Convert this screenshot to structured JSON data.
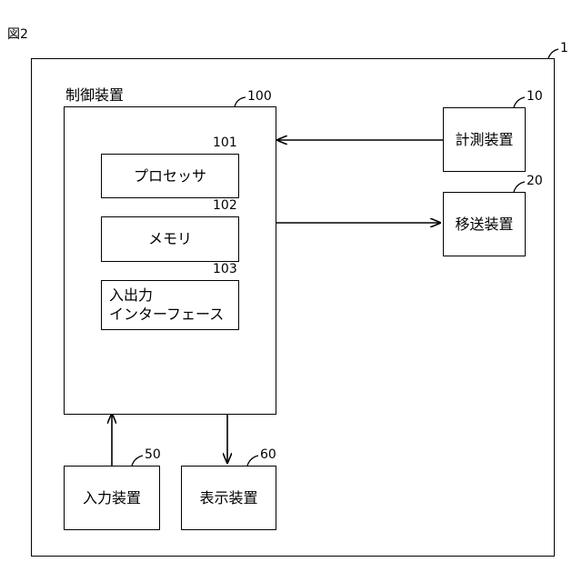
{
  "figure_label": "図2",
  "system": {
    "ref": "1"
  },
  "controller": {
    "label": "制御装置",
    "ref": "100",
    "processor": {
      "label": "プロセッサ",
      "ref": "101"
    },
    "memory": {
      "label": "メモリ",
      "ref": "102"
    },
    "io_interface": {
      "label_line1": "入出力",
      "label_line2": "インターフェース",
      "ref": "103"
    }
  },
  "measuring_device": {
    "label": "計測装置",
    "ref": "10"
  },
  "transfer_device": {
    "label": "移送装置",
    "ref": "20"
  },
  "input_device": {
    "label": "入力装置",
    "ref": "50"
  },
  "display_device": {
    "label": "表示装置",
    "ref": "60"
  }
}
